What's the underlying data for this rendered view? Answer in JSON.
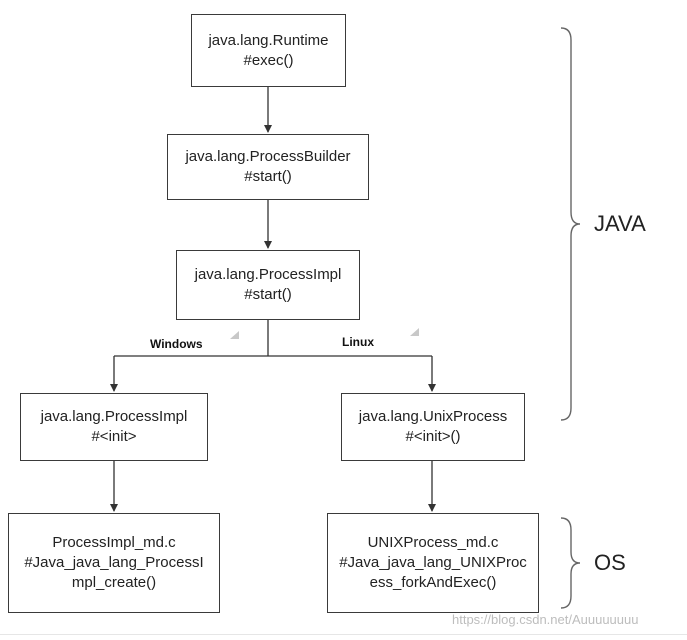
{
  "nodes": {
    "runtime": {
      "line1": "java.lang.Runtime",
      "line2": "#exec()"
    },
    "process_builder": {
      "line1": "java.lang.ProcessBuilder",
      "line2": "#start()"
    },
    "process_impl": {
      "line1": "java.lang.ProcessImpl",
      "line2": "#start()"
    },
    "win_process_impl": {
      "line1": "java.lang.ProcessImpl",
      "line2": "#<init>"
    },
    "unix_process": {
      "line1": "java.lang.UnixProcess",
      "line2": "#<init>()"
    },
    "process_impl_md": {
      "line1": "ProcessImpl_md.c",
      "line2": "#Java_java_lang_ProcessI",
      "line3": "mpl_create()"
    },
    "unix_process_md": {
      "line1": "UNIXProcess_md.c",
      "line2": "#Java_java_lang_UNIXProc",
      "line3": "ess_forkAndExec()"
    }
  },
  "branches": {
    "windows": "Windows",
    "linux": "Linux"
  },
  "groups": {
    "java": "JAVA",
    "os": "OS"
  },
  "watermark": "https://blog.csdn.net/Auuuuuuuu"
}
